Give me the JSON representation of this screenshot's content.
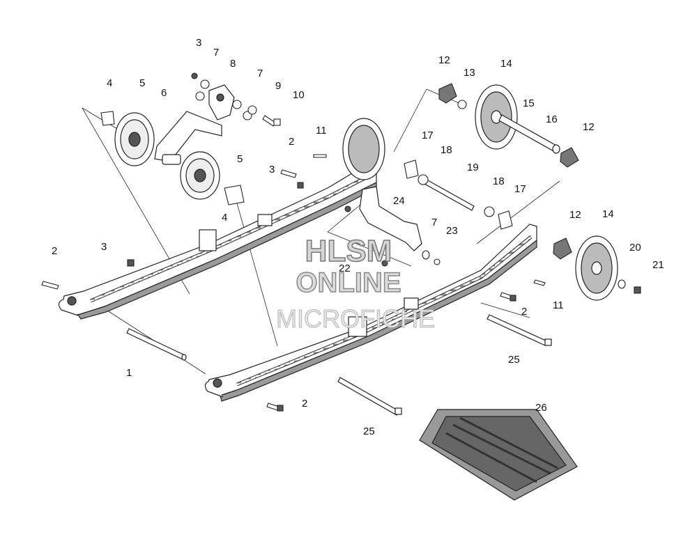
{
  "diagram": {
    "callouts": [
      "1",
      "2",
      "2",
      "2",
      "2",
      "3",
      "3",
      "3",
      "4",
      "4",
      "5",
      "5",
      "6",
      "7",
      "7",
      "7",
      "8",
      "9",
      "10",
      "11",
      "11",
      "12",
      "12",
      "12",
      "13",
      "14",
      "14",
      "15",
      "16",
      "17",
      "17",
      "18",
      "18",
      "19",
      "20",
      "21",
      "22",
      "23",
      "24",
      "25",
      "25",
      "26"
    ]
  },
  "watermark": {
    "line1": "HLSM",
    "line2": "ONLINE",
    "line3": "MICROFICHE"
  },
  "colors": {
    "line": "#222222",
    "part_fill": "#ffffff",
    "shade": "#9a9a9a",
    "dark": "#555555"
  }
}
